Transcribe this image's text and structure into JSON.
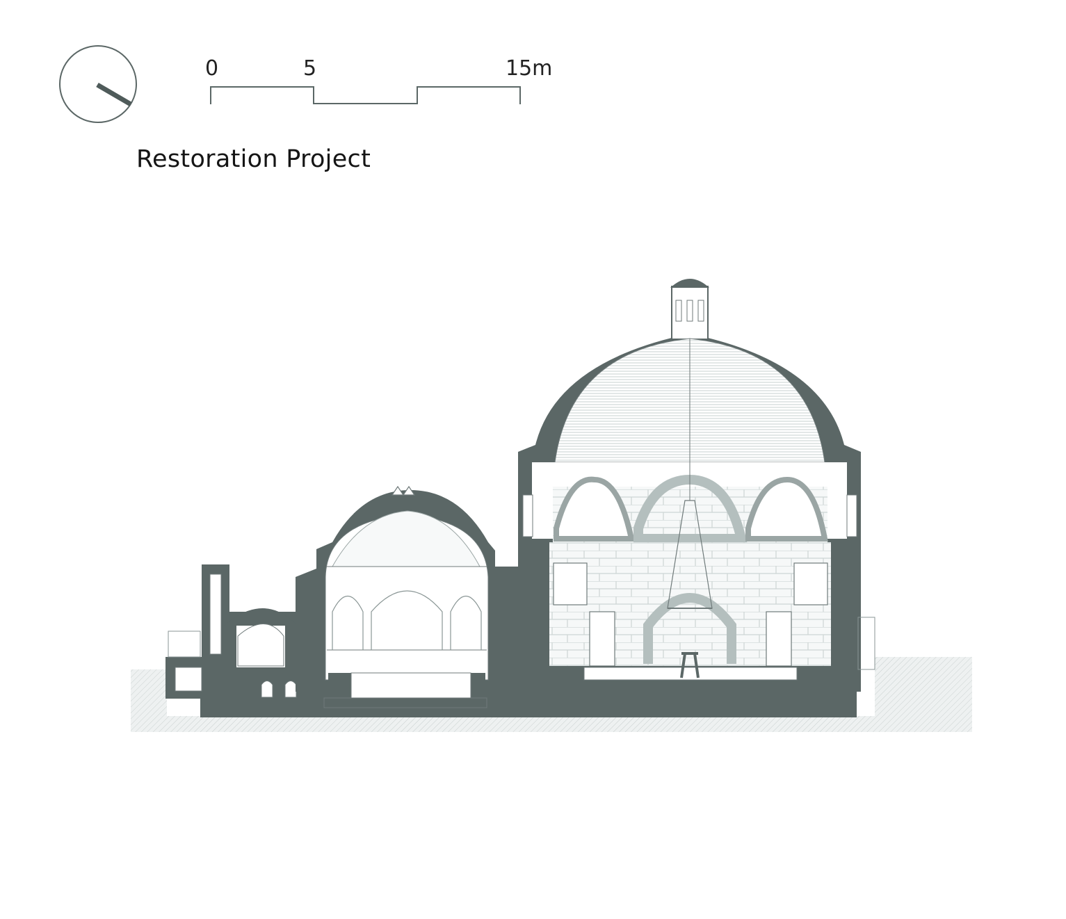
{
  "north_arrow": {
    "icon": "north-arrow-icon"
  },
  "scale_bar": {
    "ticks": [
      "0",
      "5",
      "15m"
    ]
  },
  "title": "Restoration  Project",
  "colors": {
    "solid": "#5b6766",
    "line": "#6f7a7a",
    "hatch": "#c9d0cf",
    "ground": "#e8ecec",
    "light": "#dfe5e4"
  }
}
